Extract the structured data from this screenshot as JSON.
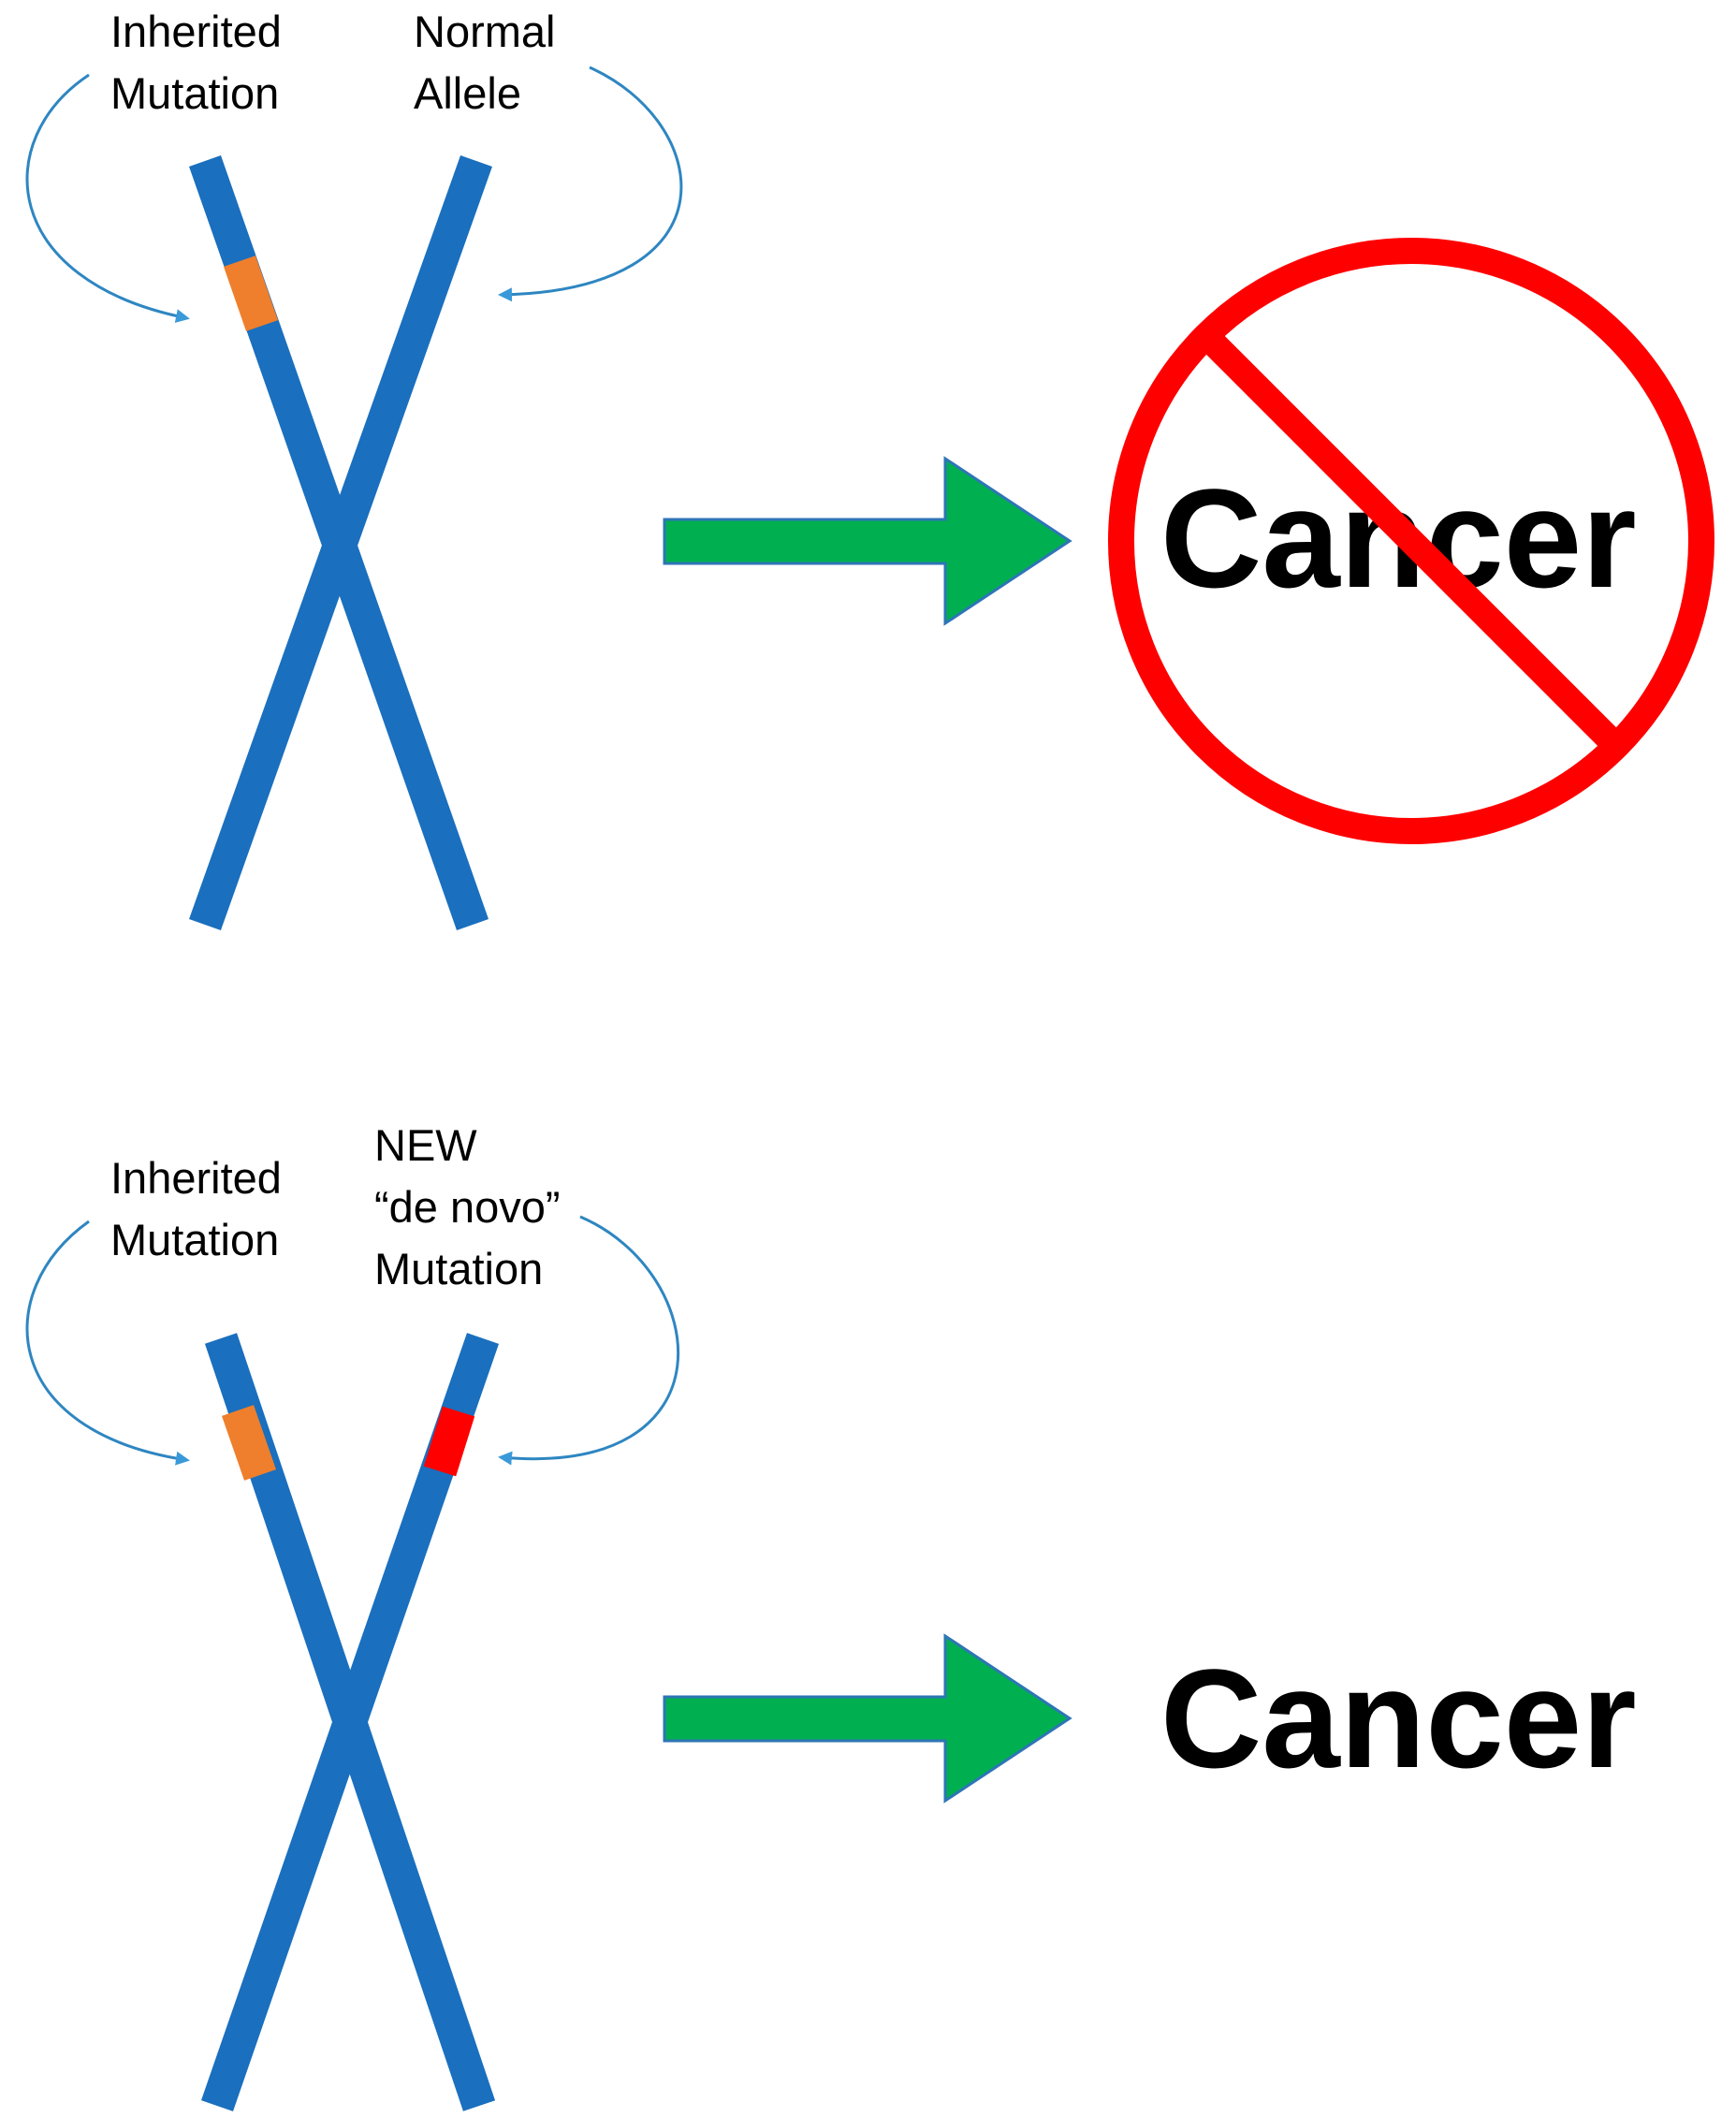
{
  "colors": {
    "chromosome": "#1a6fbe",
    "inherited_mutation": "#ef7f2c",
    "de_novo_mutation": "#ff0000",
    "pointer_arrow": "#2e86c1",
    "pointer_arrowhead": "#3a9ad9",
    "result_arrow_fill": "#00b050",
    "result_arrow_stroke": "#2e75b6",
    "prohibition_sign": "#ff0000",
    "text": "#000000"
  },
  "panel_top": {
    "left_label": [
      "Inherited",
      "Mutation"
    ],
    "right_label": [
      "Normal",
      "Allele"
    ],
    "outcome": "Cancer",
    "outcome_crossed_out": true,
    "icons": {
      "result_arrow": "right-arrow-icon",
      "sign": "prohibition-icon"
    }
  },
  "panel_bottom": {
    "left_label": [
      "Inherited",
      "Mutation"
    ],
    "right_label": [
      "NEW",
      "“de novo”",
      "Mutation"
    ],
    "outcome": "Cancer",
    "outcome_crossed_out": false,
    "icons": {
      "result_arrow": "right-arrow-icon"
    }
  }
}
